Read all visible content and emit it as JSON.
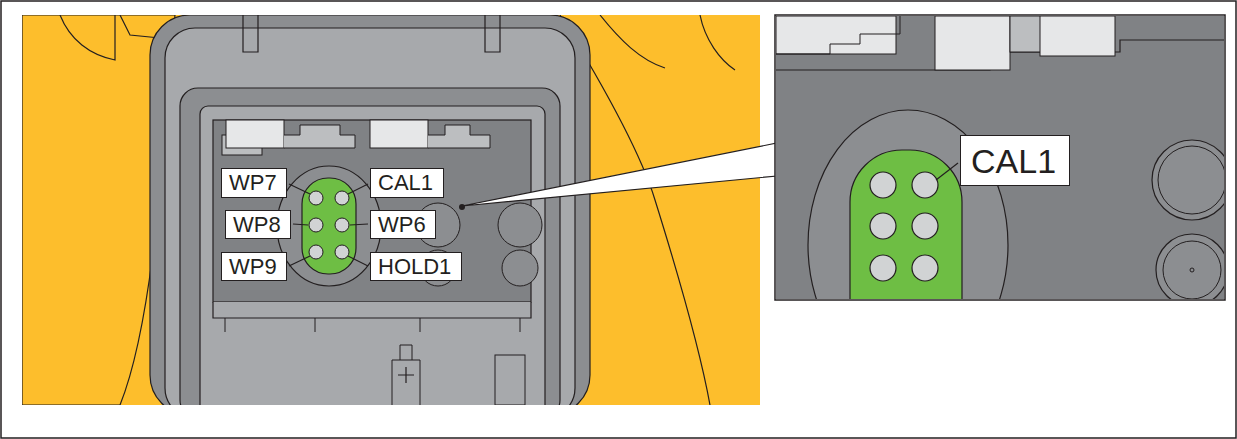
{
  "diagram": {
    "nodes": [
      {
        "text": [
          "WP7"
        ]
      },
      {
        "text": [
          "CAL1"
        ]
      },
      {
        "text": [
          "WP8"
        ]
      },
      {
        "text": [
          "WP6"
        ]
      },
      {
        "text": [
          "WP9"
        ]
      },
      {
        "text": [
          "HOLD1"
        ]
      },
      {
        "text": [
          "CAL1"
        ]
      }
    ]
  }
}
